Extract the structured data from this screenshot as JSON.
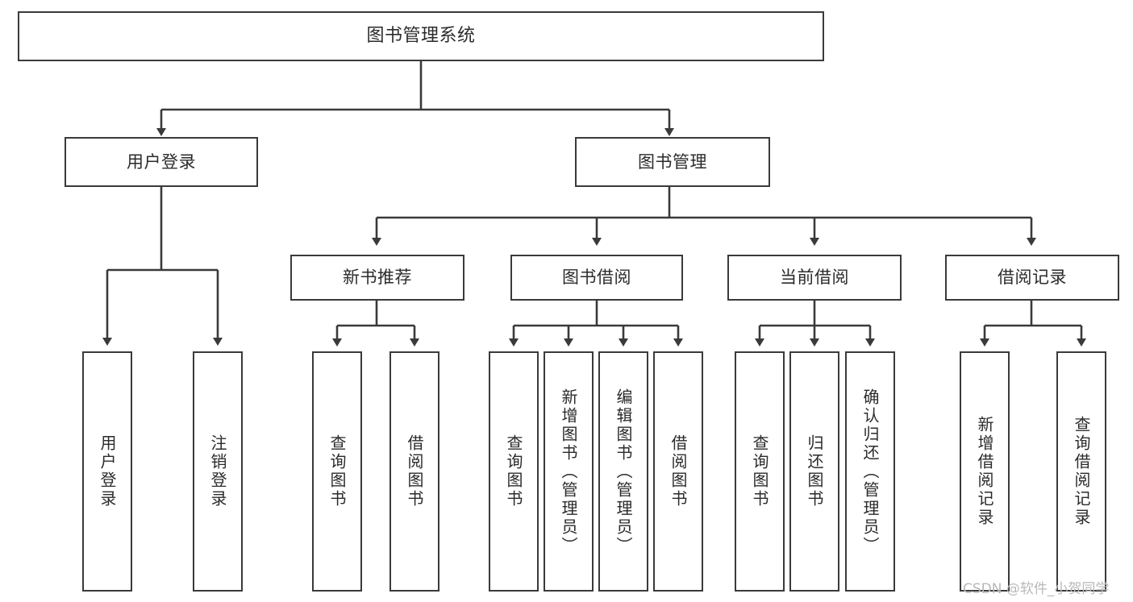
{
  "diagram": {
    "type": "tree",
    "title": "图书管理系统",
    "orientation": "top-down",
    "style": {
      "box_border_color": "#3a3a3a",
      "box_fill_color": "#ffffff",
      "edge_color": "#3a3a3a",
      "text_color": "#2b2b2b",
      "background_color": "#ffffff",
      "watermark_color": "#b9b9b9"
    }
  },
  "root": {
    "label": "图书管理系统"
  },
  "level1": [
    {
      "label": "用户登录"
    },
    {
      "label": "图书管理"
    }
  ],
  "level2": [
    {
      "label": "新书推荐"
    },
    {
      "label": "图书借阅"
    },
    {
      "label": "当前借阅"
    },
    {
      "label": "借阅记录"
    }
  ],
  "leaves": {
    "user_login": [
      {
        "label": "用户登录"
      },
      {
        "label": "注销登录"
      }
    ],
    "new_book_recommend": [
      {
        "label": "查询图书"
      },
      {
        "label": "借阅图书"
      }
    ],
    "book_borrow": [
      {
        "label": "查询图书"
      },
      {
        "label": "新增图书（管理员）"
      },
      {
        "label": "编辑图书（管理员）"
      },
      {
        "label": "借阅图书"
      }
    ],
    "current_borrow": [
      {
        "label": "查询图书"
      },
      {
        "label": "归还图书"
      },
      {
        "label": "确认归还（管理员）"
      }
    ],
    "borrow_record": [
      {
        "label": "新增借阅记录"
      },
      {
        "label": "查询借阅记录"
      }
    ]
  },
  "watermark": {
    "text": "CSDN @软件_小贺同学"
  }
}
